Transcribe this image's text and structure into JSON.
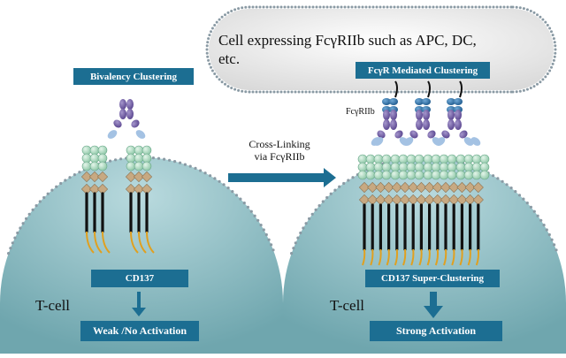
{
  "apc_cell": {
    "text_line1": "Cell expressing FcγRIIb such as APC, DC,",
    "text_line2": "etc."
  },
  "left_panel": {
    "header": "Bivalency Clustering",
    "receptor_label": "CD137",
    "cell_label": "T-cell",
    "result": "Weak /No Activation"
  },
  "right_panel": {
    "header": "FcγR Mediated Clustering",
    "fcgr_label": "FcγRIIb",
    "receptor_label": "CD137 Super-Clustering",
    "cell_label": "T-cell",
    "result": "Strong Activation"
  },
  "process_arrow": {
    "line1": "Cross-Linking",
    "line2": "via FcγRIIb"
  },
  "colors": {
    "cell": "#8fc0c6",
    "membrane_head": "#8a9aa4",
    "label_box": "#1c6e92",
    "arrow": "#1c6e92",
    "trimer": "#a6d6bd",
    "crd": "#c7a982",
    "stalk": "#111111",
    "tail": "#e0a020",
    "fab": "#a4c2e3",
    "fc": "#6f5aa0",
    "fcgr": "#2c6aa2"
  }
}
